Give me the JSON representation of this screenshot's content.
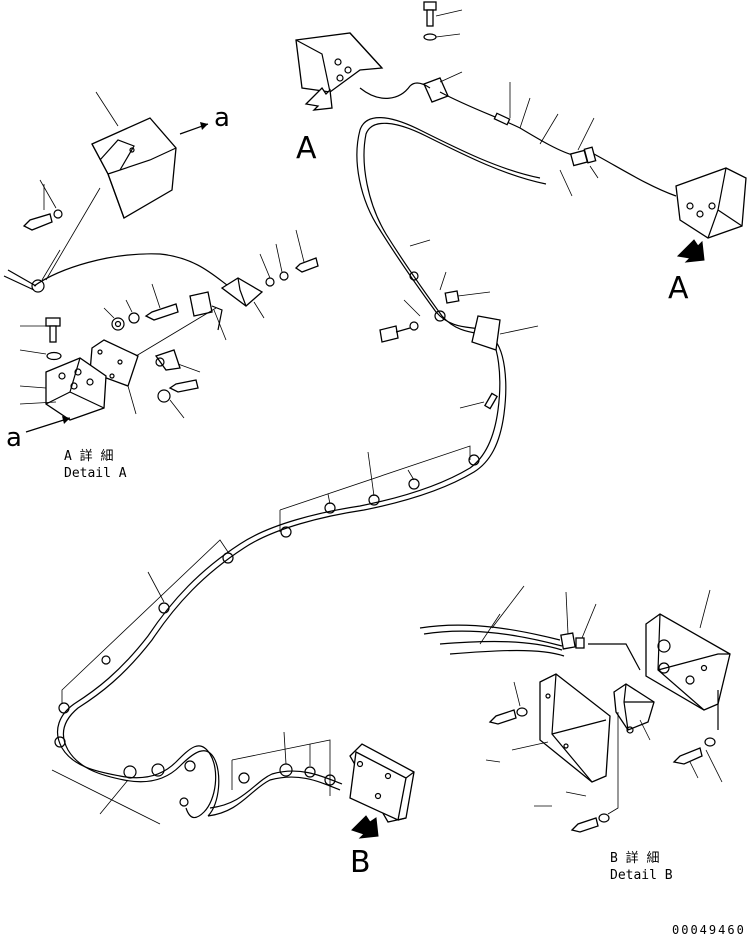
{
  "labels": {
    "view_a_top": "A",
    "view_a_right": "A",
    "view_b": "B",
    "arrow_a_upper": "a",
    "arrow_a_lower": "a",
    "detail_a_jp": "A 詳 細",
    "detail_a_en": "Detail A",
    "detail_b_jp": "B 詳 細",
    "detail_b_en": "Detail B",
    "drawing_number": "00049460"
  },
  "colors": {
    "ink": "#000000",
    "paper": "#ffffff"
  }
}
